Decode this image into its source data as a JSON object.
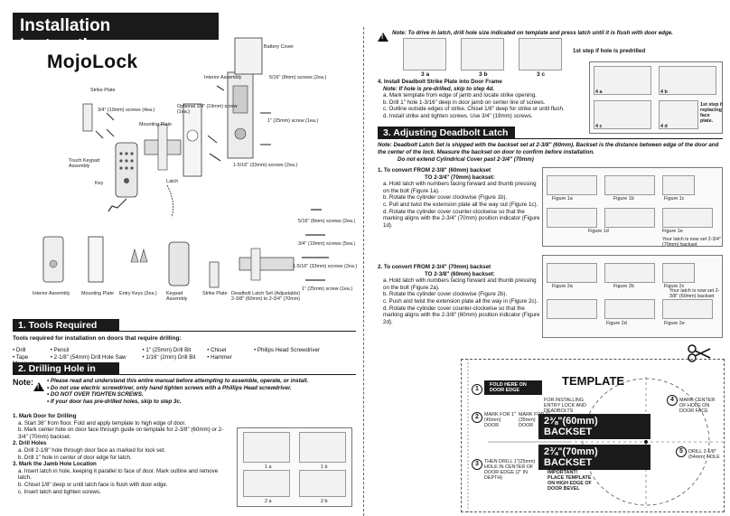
{
  "title": "Installation Instructions",
  "brand": "MojoLock",
  "parts_labels": {
    "battery_cover": "Battery Cover",
    "interior_assembly": "Interior Assembly",
    "screws_516": "5/16\" (8mm) screws (2ea.)",
    "strike_plate": "Strike Plate",
    "screws_34": "3/4\" (19mm) screws (4ea.)",
    "optional_screw": "Optional 3/4\" (19mm) screw (1ea.)",
    "mounting_plate": "Mounting Plate",
    "screws_1in": "1\" (25mm) screw (1ea.)",
    "screws_1516": "1-5/16\" (33mm) screws (2ea.)",
    "touch_keypad": "Touch Keypad Assembly",
    "key": "Key",
    "latch": "Latch"
  },
  "screw_list": [
    "5/16\" (8mm) screws (2ea.)",
    "3/4\" (19mm) screws (5ea.)",
    "1-5/16\" (33mm) screws (2ea.)",
    "1\" (25mm) screw (1ea.)"
  ],
  "bottom_parts": [
    "Interior Assembly",
    "Mounting Plate",
    "Entry Keys (2ea.)",
    "Keypad Assembly",
    "Strike Plate",
    "Deadbolt Latch Set (Adjustable) 2-3/8\" (60mm) to 2-3/4\" (70mm)"
  ],
  "section1": {
    "header": "1.  Tools Required",
    "intro": "Tools required for installation on doors that require drilling:",
    "tools_col1": [
      "Drill",
      "Tape Measure"
    ],
    "tools_col2": [
      "Pencil",
      "2-1/8\" (54mm) Drill Hole Saw"
    ],
    "tools_col3": [
      "1\" (25mm) Drill Bit",
      "1/16\" (2mm) Drill Bit"
    ],
    "tools_col4": [
      "Chisel",
      "Hammer"
    ],
    "tools_col5": [
      "Philips Head Screwdriver"
    ]
  },
  "section2": {
    "header": "2.  Drilling Hole in Door",
    "note_label": "Note:",
    "notes": [
      "Please read and understand this entire manual before attempting to assemble, operate, or install.",
      "Do not use electric screwdriver, only hand tighten screws with a Phillips Head screwdriver.",
      "DO NOT OVER TIGHTEN SCREWS.",
      "If your door has pre-drilled holes, skip to step 3c."
    ],
    "step1_title": "1. Mark Door for Drilling",
    "step1": [
      "a. Start 36\" from floor. Fold and apply template to high edge of door.",
      "b. Mark center hole on door face through guide on template for 2-3/8\" (60mm) or 2-3/4\" (70mm) backset."
    ],
    "step2_title": "2. Drill Holes",
    "step2": [
      "a. Drill 2-1/8\" hole through door face as marked for lock set.",
      "b. Drill 1\" hole in center of door edge for latch."
    ],
    "step3_title": "3. Mark the Jamb Hole Location",
    "step3": [
      "a. Insert latch in hole, keeping it parallel to face of door. Mark outline and remove latch.",
      "b. Chisel 1/8\" deep or until latch face is flush with door edge.",
      "c. Insert latch and tighten screws."
    ],
    "fig_labels": [
      "1 a",
      "1 b",
      "2 a",
      "2 b"
    ]
  },
  "top_right": {
    "note": "Note: To drive in latch, drill hole size indicated on template and press latch until it is flush with door edge.",
    "figs": [
      "3 a",
      "3 b",
      "3 c"
    ],
    "predrilled": "1st step if hole is predrilled",
    "step4_title": "4. Install Deadbolt Strike Plate into Door Frame",
    "step4_note": "Note: If hole is pre-drilled, skip to step 4d.",
    "step4": [
      "a. Mark template from edge of jamb and locate strike opening.",
      "b. Drill 1\" hole 1-3/16\" deep in door jamb on center line of screws.",
      "c. Outline outside edges of strike. Chisel 1/8\" deep for strike or until flush.",
      "d. Install strike and tighten screws. Use 3/4\" (19mm) screws."
    ],
    "figs4": [
      "4 a",
      "4 b",
      "4 c",
      "4 d"
    ],
    "replacing": "1st step if replacing face plate."
  },
  "section3": {
    "header": "3.  Adjusting Deadbolt Latch Set",
    "note": "Note: Deadbolt Latch Set is shipped with the backset set at 2-3/8\" (60mm). Backset is the distance between edge of the door and the center of the lock. Measure the backset on door to confirm before installation.",
    "note2": "Do not extend Cylindrical Cover past 2-3/4\" (70mm)",
    "conv1_title": "1. To convert FROM 2-3/8\" (60mm) backset",
    "conv1_title2": "TO 2-3/4\" (70mm) backset:",
    "conv1": [
      "a. Hold latch with numbers facing forward and thumb pressing on the bolt (Figure 1a).",
      "b. Rotate the cylinder cover clockwise (Figure 1b).",
      "c. Pull and twist the extension plate all the way out (Figure 1c).",
      "d. Rotate the cylinder cover counter-clockwise so that the marking aligns with the 2-3/4\" (70mm) position indicator (Figure 1d)."
    ],
    "conv2_title": "2. To convert FROM 2-3/4\" (70mm) backset",
    "conv2_title2": "TO 2-3/8\" (60mm) backset:",
    "conv2": [
      "a. Hold latch with numbers facing forward and thumb pressing on the bolt (Figure 2a).",
      "b. Rotate the cylinder cover clockwise (Figure 2b).",
      "c. Push and twist the extension plate all the way in (Figure 2c).",
      "d. Rotate the cylinder cover counter-clockwise so that the marking aligns with the 2-3/8\" (60mm) position indicator (Figure 2d)."
    ],
    "fig1": [
      "Figure 1a",
      "Figure 1b",
      "Figure 1c",
      "Figure 1d",
      "Figure 1e"
    ],
    "fig1_note": "Your latch is now set 2-3/4\" (70mm) backset",
    "fig2": [
      "Figure 2a",
      "Figure 2b",
      "Figure 2c",
      "Figure 2d",
      "Figure 2e"
    ],
    "fig2_note": "Your latch is now set 2-3/8\" (60mm) backset"
  },
  "template": {
    "title": "TEMPLATE",
    "fold": "FOLD HERE ON DOOR EDGE",
    "for_install": "FOR INSTALLING ENTRY LOCK AND DEADBOLTS",
    "mark_45": "MARK FOR 1\"(45mm) DOOR",
    "mark_35": "MARK FOR 1\"(35mm) DOOR",
    "backset_60": "2⅜\"(60mm) BACKSET",
    "backset_70": "2¾\"(70mm) BACKSET",
    "then_drill": "THEN DRILL 1\"(25mm) HOLE IN CENTER OF DOOR EDGE (2\" IN DEPTH)",
    "important": "IMPORTANT! PLACE TEMPLATE ON HIGH EDGE OF DOOR BEVEL",
    "mark_center": "MARK CENTER OF HOLE ON DOOR FACE",
    "drill": "DRILL 2-1/8\"(54mm) HOLE",
    "nums": [
      "1",
      "2",
      "3",
      "4",
      "5"
    ]
  }
}
